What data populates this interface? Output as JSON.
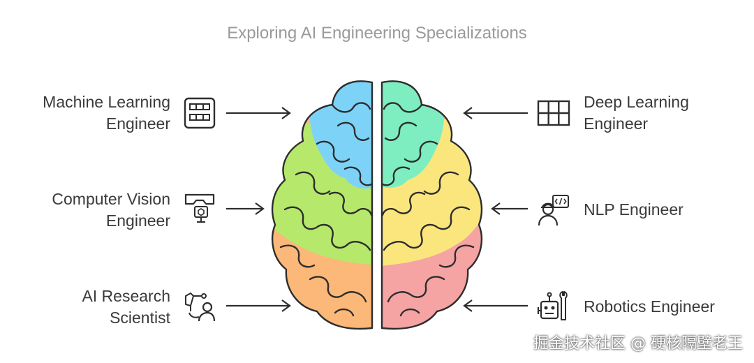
{
  "title": "Exploring AI Engineering Specializations",
  "specializations": [
    {
      "lines": [
        "Machine Learning",
        "Engineer"
      ],
      "icon": "grid-dashboard-icon",
      "side": "left"
    },
    {
      "lines": [
        "Computer Vision",
        "Engineer"
      ],
      "icon": "vr-camera-icon",
      "side": "left"
    },
    {
      "lines": [
        "AI Research",
        "Scientist"
      ],
      "icon": "researcher-icon",
      "side": "left"
    },
    {
      "lines": [
        "Deep Learning",
        "Engineer"
      ],
      "icon": "table-grid-icon",
      "side": "right"
    },
    {
      "lines": [
        "NLP Engineer"
      ],
      "icon": "coder-person-icon",
      "side": "right"
    },
    {
      "lines": [
        "Robotics Engineer"
      ],
      "icon": "robot-wrench-icon",
      "side": "right"
    }
  ],
  "watermark": "掘金技术社区 @ 硬核隔壁老王",
  "colors": {
    "blue": "#7dd3f7",
    "green_light": "#b6e86b",
    "orange": "#fbb878",
    "teal": "#7eeec0",
    "yellow": "#fbe67e",
    "pink": "#f5a3a3",
    "outline": "#2d2d2d"
  }
}
